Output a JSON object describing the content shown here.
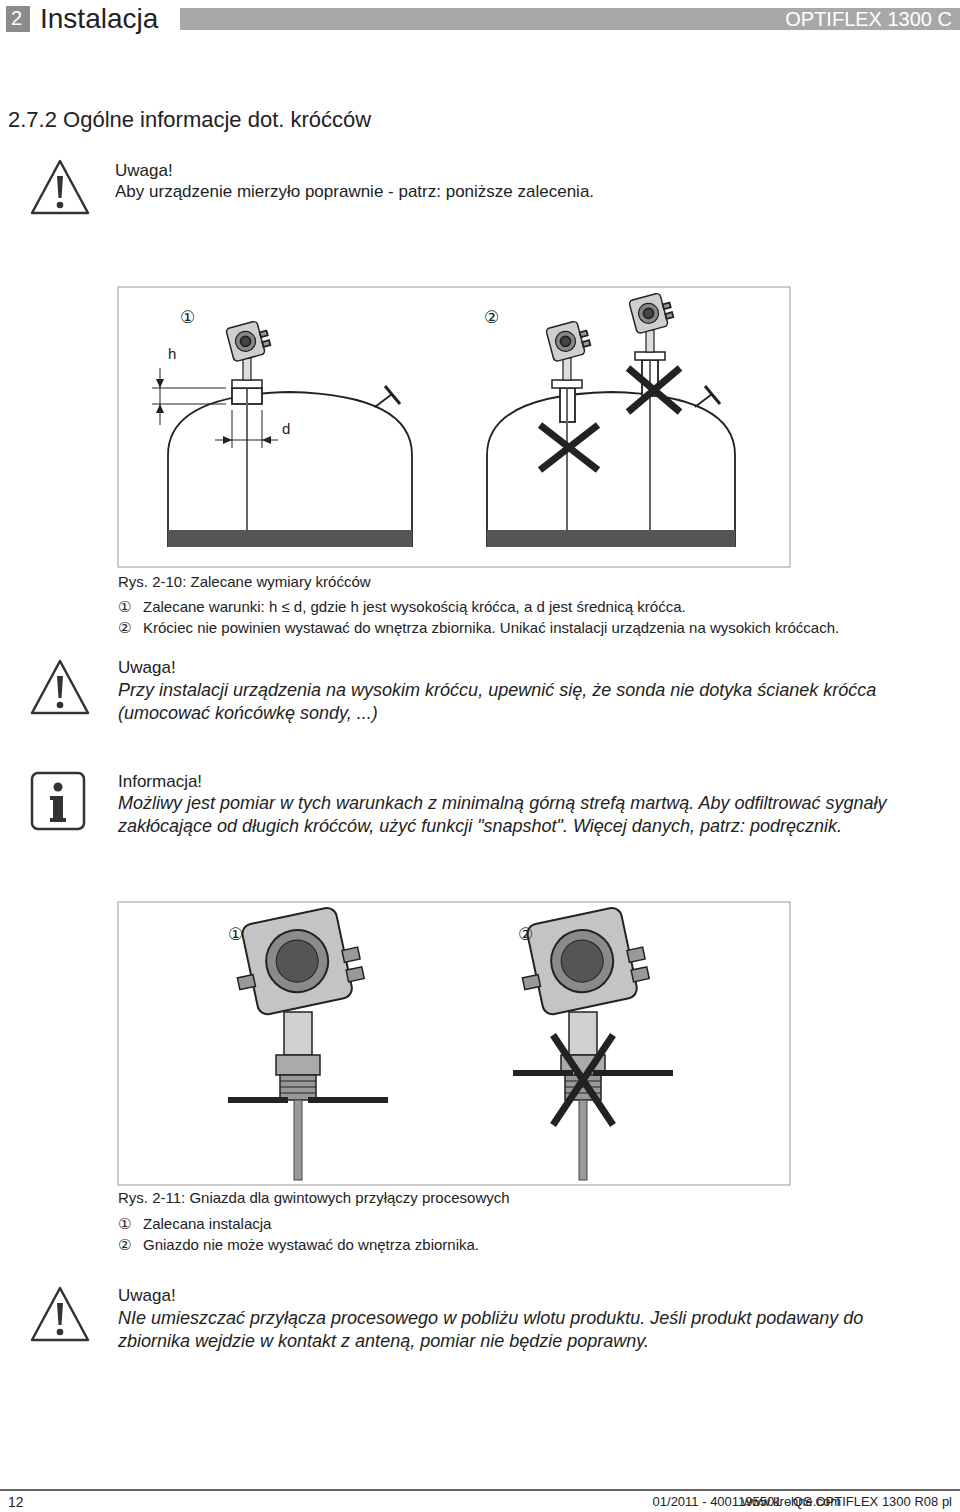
{
  "diagram": {
    "title": "2.7.2 Ogólne informacje dot. króćców",
    "labels": [
      "2",
      "Instalacja",
      "OPTIFLEX 1300 C",
      "Uwaga!",
      "Aby urządzenie mierzyło poprawnie - patrz: poniższe zalecenia.",
      "①",
      "②",
      "h",
      "d",
      "Rys. 2-10: Zalecane wymiary króćców",
      "①",
      "Zalecane warunki: h ≤ d, gdzie h jest wysokością króćca, a d jest średnicą króćca.",
      "②",
      "Króciec nie powinien wystawać do wnętrza zbiornika. Unikać instalacji urządzenia na wysokich króćcach.",
      "Uwaga!",
      "Przy instalacji urządzenia na wysokim króćcu, upewnić się, że sonda nie dotyka ścianek króćca (umocować końcówkę sondy, ...)",
      "Informacja!",
      "Możliwy jest pomiar w tych warunkach z minimalną górną strefą martwą. Aby odfiltrować sygnały zakłócające od długich króćców, użyć funkcji \"snapshot\". Więcej danych, patrz: podręcznik.",
      "①",
      "②",
      "Rys. 2-11: Gniazda dla gwintowych przyłączy procesowych",
      "①",
      "Zalecana instalacja",
      "②",
      "Gniazdo nie może wystawać do wnętrza zbiornika.",
      "Uwaga!",
      "NIe umieszczać przyłącza procesowego w pobliżu wlotu produktu. Jeśli produkt podawany do zbiornika wejdzie w kontakt z anteną, pomiar nie będzie poprawny.",
      "12",
      "www.krohne.com",
      "01/2011 - 4001195501 - QS OPTIFLEX 1300 R08 pl"
    ]
  }
}
